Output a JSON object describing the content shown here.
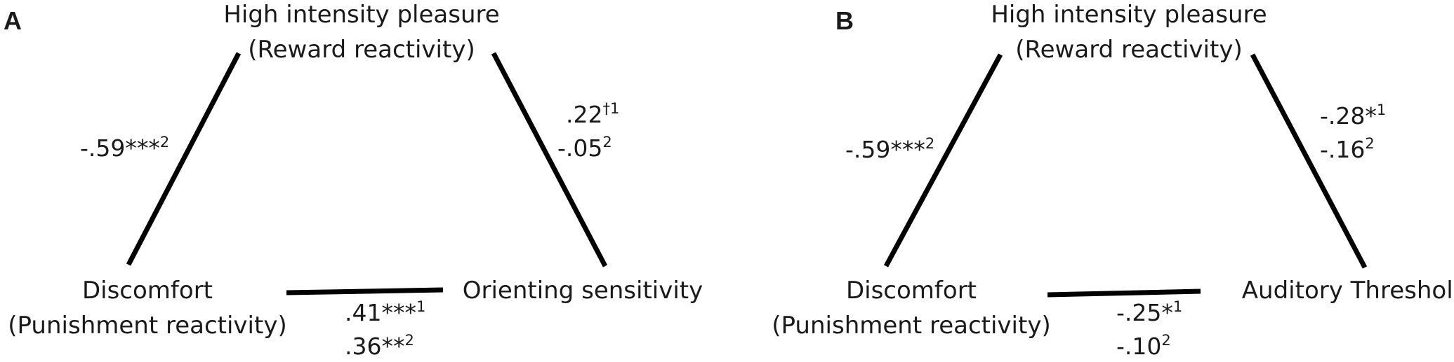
{
  "panels": [
    {
      "label": "A",
      "nodes": {
        "top": {
          "line1": "High intensity pleasure",
          "line2": "(Reward reactivity)"
        },
        "left": {
          "line1": "Discomfort",
          "line2": "(Punishment reactivity)"
        },
        "right": {
          "line1": "Orienting  sensitivity"
        }
      },
      "edges": {
        "left": [
          {
            "value": "-.59",
            "stars": "***",
            "sup": "2"
          }
        ],
        "right": [
          {
            "value": ".22",
            "stars": "",
            "sup": "†1"
          },
          {
            "value": "-.05",
            "stars": "",
            "sup": "2"
          }
        ],
        "bottom": [
          {
            "value": ".41",
            "stars": "***",
            "sup": "1"
          },
          {
            "value": ".36",
            "stars": "**",
            "sup": "2"
          }
        ]
      }
    },
    {
      "label": "B",
      "nodes": {
        "top": {
          "line1": "High intensity pleasure",
          "line2": "(Reward reactivity)"
        },
        "left": {
          "line1": "Discomfort",
          "line2": "(Punishment reactivity)"
        },
        "right": {
          "line1": "Auditory Threshold"
        }
      },
      "edges": {
        "left": [
          {
            "value": "-.59",
            "stars": "***",
            "sup": "2"
          }
        ],
        "right": [
          {
            "value": "-.28",
            "stars": "*",
            "sup": "1"
          },
          {
            "value": "-.16",
            "stars": "",
            "sup": "2"
          }
        ],
        "bottom": [
          {
            "value": "-.25",
            "stars": "*",
            "sup": "1"
          },
          {
            "value": "-.10",
            "stars": "",
            "sup": "2"
          }
        ]
      }
    }
  ]
}
